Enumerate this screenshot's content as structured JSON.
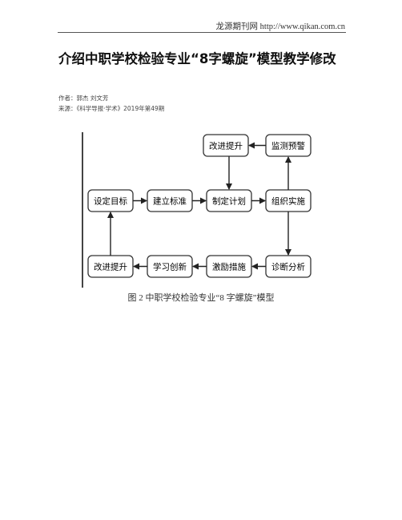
{
  "header": {
    "site_line": "龙源期刊网 http://www.qikan.com.cn"
  },
  "article": {
    "title": "介绍中职学校检验专业“8字螺旋”模型教学修改",
    "author_line": "作者：郭杰 刘文芳",
    "source_line": "来源：《科学导报·学术》2019年第49期"
  },
  "figure": {
    "nodes": {
      "top_improve": "改进提升",
      "monitor": "监测预警",
      "set_goal": "设定目标",
      "build_standard": "建立标准",
      "make_plan": "制定计划",
      "organize": "组织实施",
      "bottom_improve": "改进提升",
      "learn_innovate": "学习创新",
      "incentive": "激励措施",
      "diagnose": "诊断分析"
    },
    "caption": "图 2 中职学校检验专业“8 字螺旋”模型"
  }
}
